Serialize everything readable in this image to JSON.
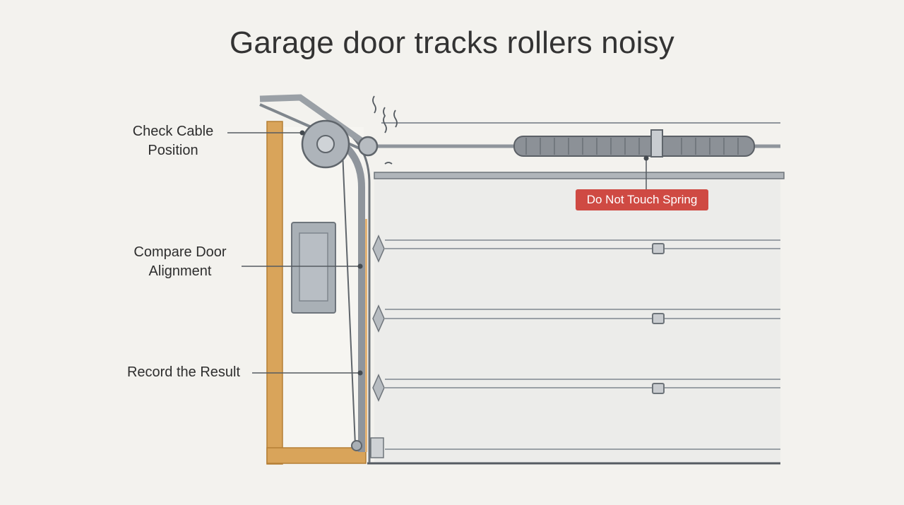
{
  "title": "Garage door tracks rollers noisy",
  "callouts": {
    "cable": "Check Cable Position",
    "alignment": "Compare Door Alignment",
    "record": "Record the Result"
  },
  "warning": {
    "label": "Do Not Touch Spring",
    "color": "#cf4a43"
  },
  "colors": {
    "background": "#f3f2ee",
    "wood_frame": "#d9a45a",
    "metal": "#8f959c",
    "door_panel": "#ececea"
  }
}
